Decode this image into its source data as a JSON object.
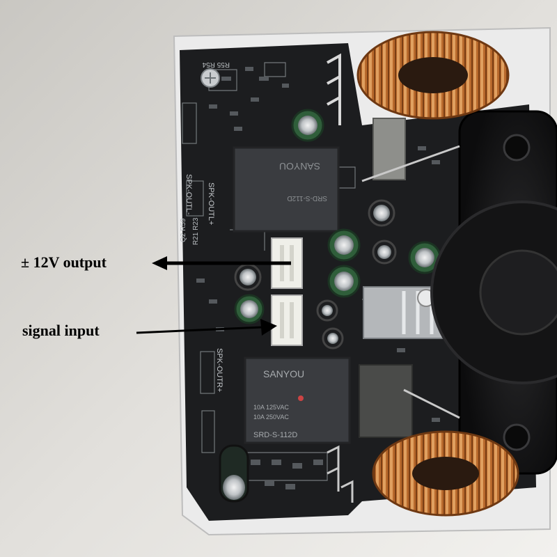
{
  "annotations": {
    "output_label": "± 12V output",
    "input_label": "signal input"
  },
  "board_markings": {
    "relay_brand": "SANYOU",
    "relay_model": "SRD-S-112D",
    "relay_rating_1": "10A 125VAC",
    "relay_rating_2": "10A 250VAC",
    "connector_top": "SPK-OUTL-",
    "connector_mid": "SPK-OUTL+",
    "connector_bottom": "SPK-OUTR+",
    "ref_1": "R55 R54",
    "ref_2": "Q2 R59",
    "ref_3": "R21 R23"
  },
  "colors": {
    "background": "#dcdad6",
    "pcb": "#1c1d1f",
    "copper": "#b8692c",
    "relay": "#3a3c40",
    "arrow": "#000000"
  }
}
